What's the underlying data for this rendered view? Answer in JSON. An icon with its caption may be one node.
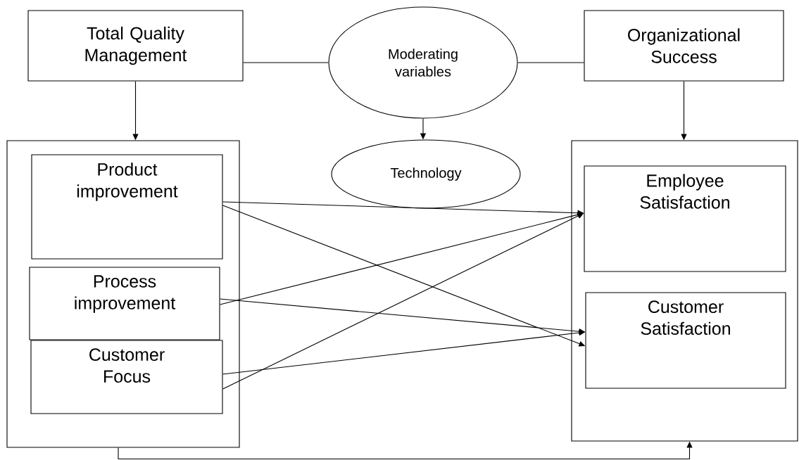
{
  "diagram": {
    "nodes": [
      {
        "text": [
          "Total Quality Management"
        ]
      },
      {
        "text": [
          "Moderating variables"
        ]
      },
      {
        "text": [
          "Organizational Success"
        ]
      },
      {
        "text": [
          "Technology"
        ]
      },
      {
        "text": [],
        "shape": "box"
      },
      {
        "text": [
          "Product improvement"
        ],
        "in": 4
      },
      {
        "text": [
          "Process improvement"
        ],
        "in": 4
      },
      {
        "text": [
          "Customer Focus"
        ],
        "in": 4
      },
      {
        "text": [],
        "shape": "box"
      },
      {
        "text": [
          "Employee Satisfaction"
        ],
        "in": 8
      },
      {
        "text": [
          "Customer Satisfaction"
        ],
        "in": 8
      }
    ],
    "edges": [
      {
        "from": 0,
        "to": 1,
        "arrow": "none"
      },
      {
        "from": 1,
        "to": 2,
        "arrow": "none"
      },
      {
        "from": 0,
        "to": 4,
        "arrow": "to"
      },
      {
        "from": 1,
        "to": 3,
        "arrow": "to"
      },
      {
        "from": 2,
        "to": 8,
        "arrow": "to"
      },
      {
        "from": 5,
        "to": 9,
        "arrow": "to"
      },
      {
        "from": 5,
        "to": 10,
        "arrow": "to"
      },
      {
        "from": 6,
        "to": 9,
        "arrow": "to"
      },
      {
        "from": 6,
        "to": 10,
        "arrow": "to"
      },
      {
        "from": 7,
        "to": 10,
        "arrow": "to"
      },
      {
        "from": 7,
        "to": 9,
        "arrow": "to"
      },
      {
        "from": 4,
        "to": 8,
        "arrow": "to"
      }
    ]
  }
}
